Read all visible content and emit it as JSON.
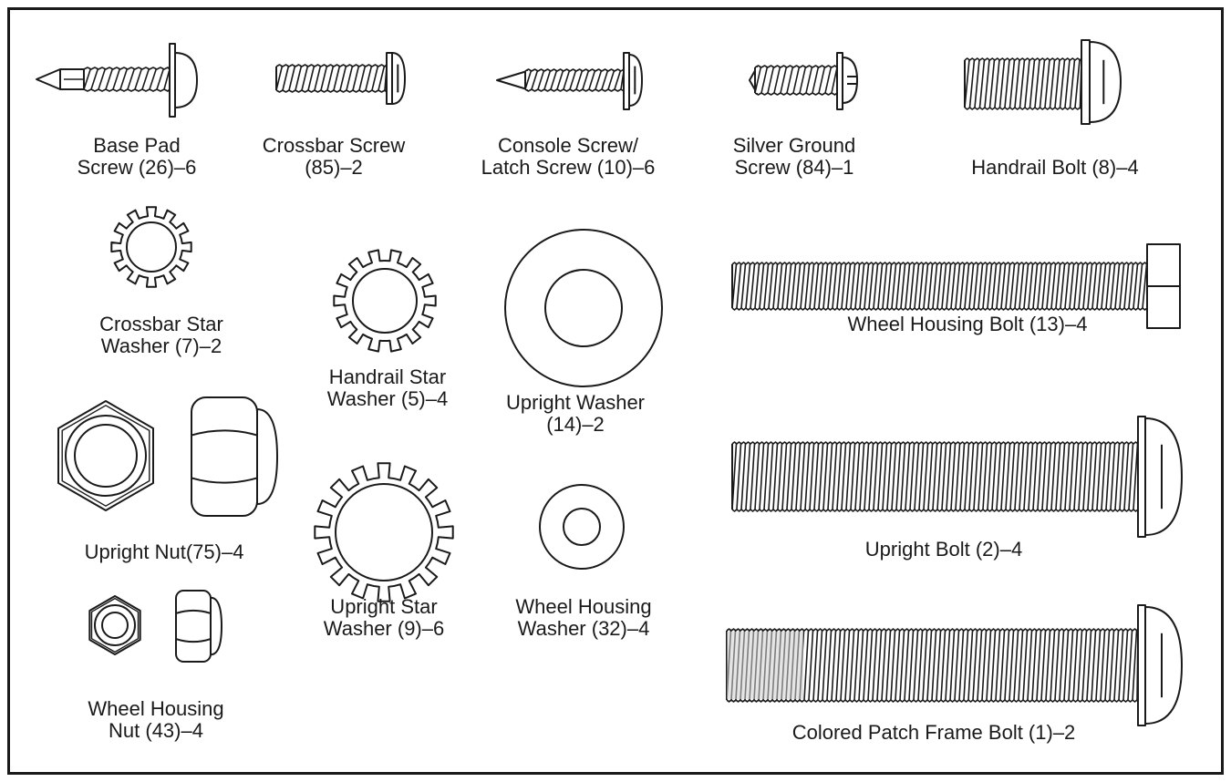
{
  "colors": {
    "ink": "#1a1a1a",
    "paper": "#ffffff",
    "patch": "#d0d0d0"
  },
  "parts": {
    "base_pad_screw": {
      "label": "Base Pad\nScrew (26)–6"
    },
    "crossbar_screw": {
      "label": "Crossbar Screw\n(85)–2"
    },
    "console_screw": {
      "label": "Console Screw/\nLatch Screw (10)–6"
    },
    "silver_ground_screw": {
      "label": "Silver Ground\nScrew (84)–1"
    },
    "handrail_bolt": {
      "label": "Handrail Bolt (8)–4"
    },
    "crossbar_star_washer": {
      "label": "Crossbar Star\nWasher (7)–2"
    },
    "handrail_star_washer": {
      "label": "Handrail Star\nWasher (5)–4"
    },
    "upright_washer": {
      "label": "Upright Washer\n(14)–2"
    },
    "wheel_housing_bolt": {
      "label": "Wheel Housing Bolt (13)–4"
    },
    "upright_nut": {
      "label": "Upright Nut(75)–4"
    },
    "upright_star_washer": {
      "label": "Upright Star\nWasher (9)–6"
    },
    "wheel_housing_washer": {
      "label": "Wheel Housing\nWasher (32)–4"
    },
    "upright_bolt": {
      "label": "Upright Bolt (2)–4"
    },
    "wheel_housing_nut": {
      "label": "Wheel Housing\nNut (43)–4"
    },
    "colored_patch_frame_bolt": {
      "label": "Colored Patch Frame Bolt (1)–2"
    }
  }
}
